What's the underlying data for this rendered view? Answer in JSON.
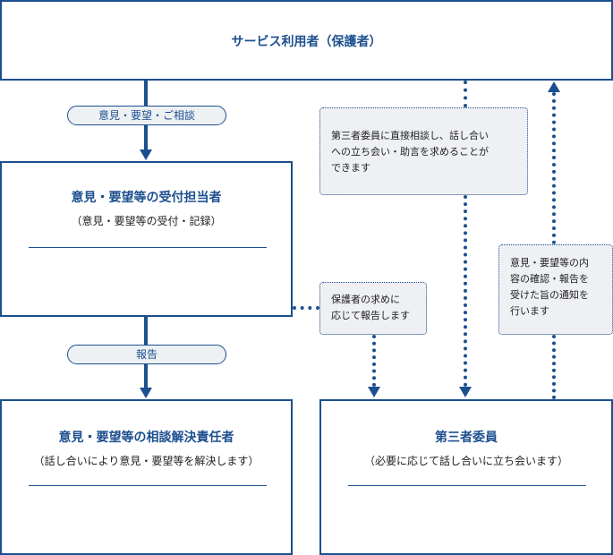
{
  "boxes": {
    "service_user": {
      "title": "サービス利用者（保護者）"
    },
    "reception": {
      "title": "意見・要望等の受付担当者",
      "sub": "（意見・要望等の受付・記録）"
    },
    "resolution": {
      "title": "意見・要望等の相談解決責任者",
      "sub": "（話し合いにより意見・要望等を解決します）"
    },
    "third_party": {
      "title": "第三者委員",
      "sub": "（必要に応じて話し合いに立ち会います）"
    }
  },
  "pills": {
    "consult": "意見・要望・ご相談",
    "report": "報告"
  },
  "notes": {
    "direct_consult": [
      "第三者委員に直接相談し、話し合い",
      "への立ち会い・助言を求めることが",
      "できます"
    ],
    "guardian_request": [
      "保護者の求めに",
      "応じて報告します"
    ],
    "notice": [
      "意見・要望等の内",
      "容の確認・報告を",
      "受けた旨の通知を",
      "行います"
    ]
  }
}
